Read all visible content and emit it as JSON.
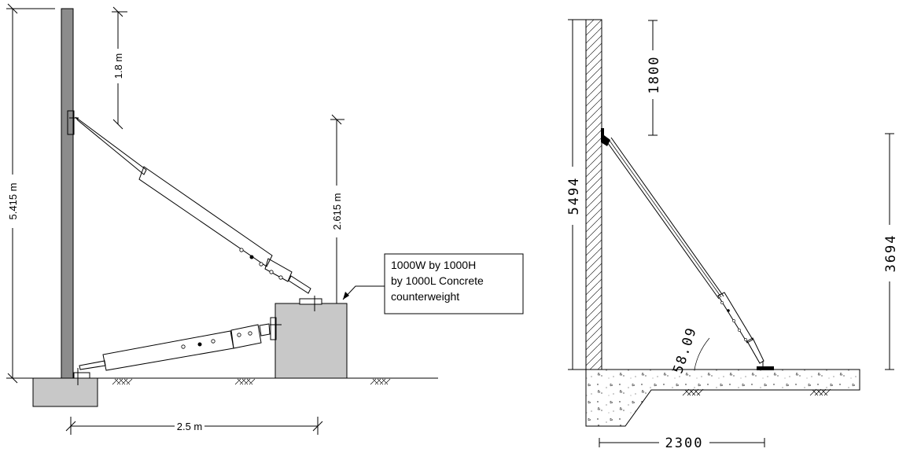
{
  "left_diagram": {
    "dims": {
      "height_total": "5.415 m",
      "top_offset": "1.8 m",
      "counterweight_height": "2.615 m",
      "base_width": "2.5 m"
    },
    "callout_lines": [
      "1000W by 1000H",
      "by 1000L Concrete",
      "counterweight"
    ]
  },
  "right_diagram": {
    "dims": {
      "height_total": "5494",
      "top_offset": "1800",
      "right_height": "3694",
      "base_width": "2300",
      "angle": "58.09"
    }
  },
  "colors": {
    "steel_column": "#8c8c8c",
    "concrete": "#c8c8c8",
    "line": "#000000",
    "background": "#ffffff"
  }
}
